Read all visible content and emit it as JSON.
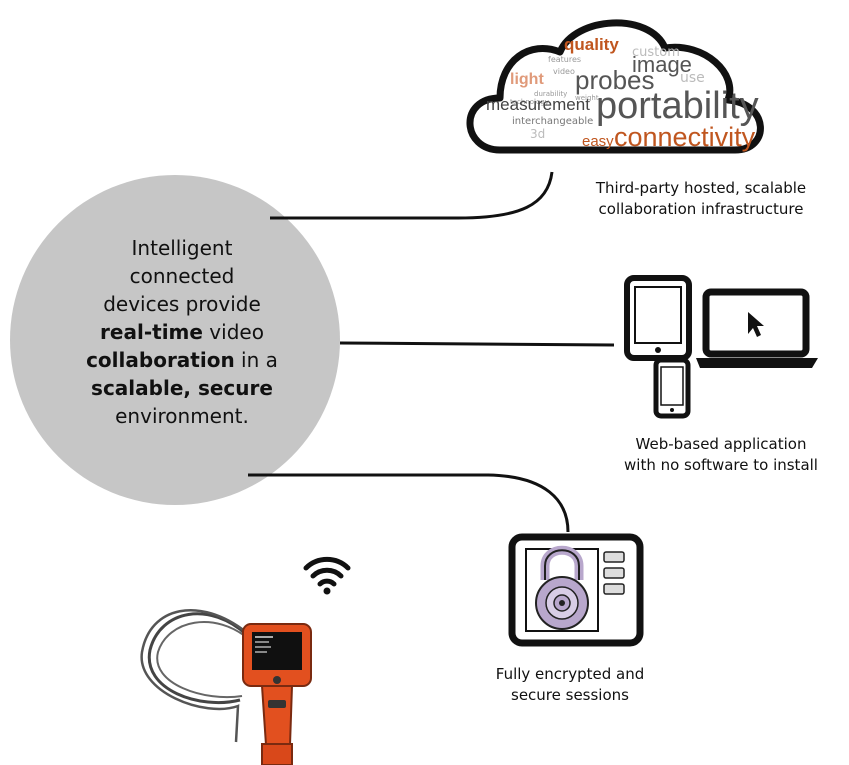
{
  "hub": {
    "line1": "Intelligent",
    "line2": "connected",
    "line3": "devices provide",
    "line4_bold": "real-time",
    "line4_rest": " video",
    "line5_bold": "collaboration",
    "line5_rest": " in a",
    "line6_bold": "scalable, secure",
    "line7": "environment."
  },
  "cloud": {
    "caption_line1": "Third-party hosted, scalable",
    "caption_line2": "collaboration infrastructure",
    "words": {
      "quality": "quality",
      "image": "image",
      "probes": "probes",
      "measurement": "measurement",
      "portability": "portability",
      "easy": "easy",
      "connectivity": "connectivity",
      "interchangeable": "interchangeable",
      "light": "light",
      "durability": "durability",
      "custom": "custom",
      "use": "use",
      "video": "video",
      "features": "features",
      "weight": "weight",
      "technology": "technology",
      "3d": "3d"
    }
  },
  "devices": {
    "caption_line1": "Web-based application",
    "caption_line2": "with no software to install"
  },
  "security": {
    "caption_line1": "Fully encrypted and",
    "caption_line2": "secure sessions"
  },
  "colors": {
    "circle": "#c6c6c6",
    "accent_orange": "#c0561f",
    "lock_purple": "#b8a7cc",
    "probe_orange": "#e2501f"
  }
}
